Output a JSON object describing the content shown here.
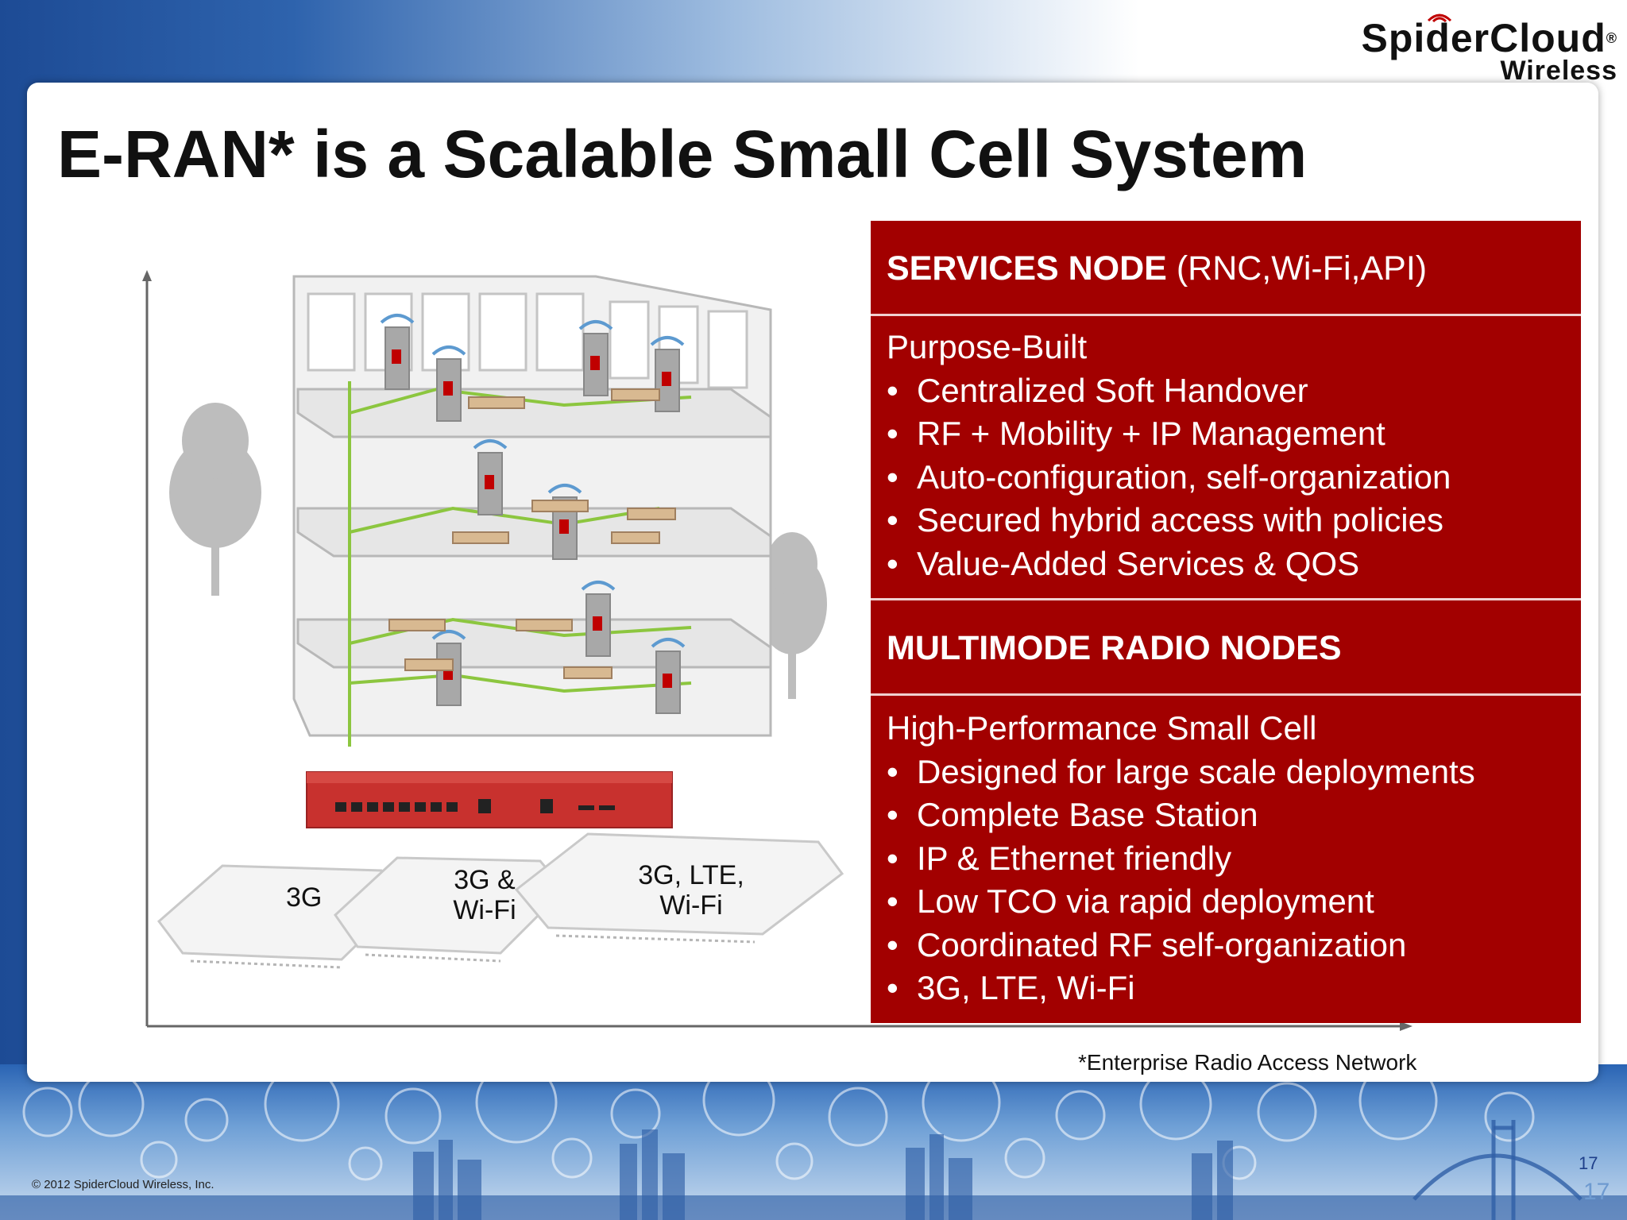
{
  "logo": {
    "brand": "SpiderCloud",
    "registered": "®",
    "sub": "Wireless"
  },
  "title": "E-RAN* is a Scalable Small Cell System",
  "services_node": {
    "heading": "SERVICES NODE",
    "heading_extra": "(RNC,Wi-Fi,API)"
  },
  "services_list": {
    "intro": "Purpose-Built",
    "items": [
      "Centralized Soft Handover",
      "RF + Mobility + IP Management",
      "Auto-configuration, self-organization",
      "Secured hybrid access with policies",
      "Value-Added Services & QOS"
    ]
  },
  "radio_nodes": {
    "heading": "MULTIMODE RADIO NODES"
  },
  "radio_list": {
    "intro": "High-Performance Small Cell",
    "items": [
      "Designed for large scale deployments",
      "Complete Base Station",
      "IP & Ethernet friendly",
      "Low TCO via rapid deployment",
      "Coordinated RF self-organization",
      "3G, LTE, Wi-Fi"
    ]
  },
  "devices": {
    "d1": "3G",
    "d2_line1": "3G &",
    "d2_line2": "Wi-Fi",
    "d3_line1": "3G, LTE,",
    "d3_line2": "Wi-Fi"
  },
  "footnote": "*Enterprise Radio Access Network",
  "copyright": "© 2012 SpiderCloud Wireless, Inc.",
  "page_number": "17",
  "page_number_ghost": "17",
  "colors": {
    "panel_red": "#a20000",
    "network_green": "#8cc63f",
    "accent_blue": "#1e3f8a"
  }
}
